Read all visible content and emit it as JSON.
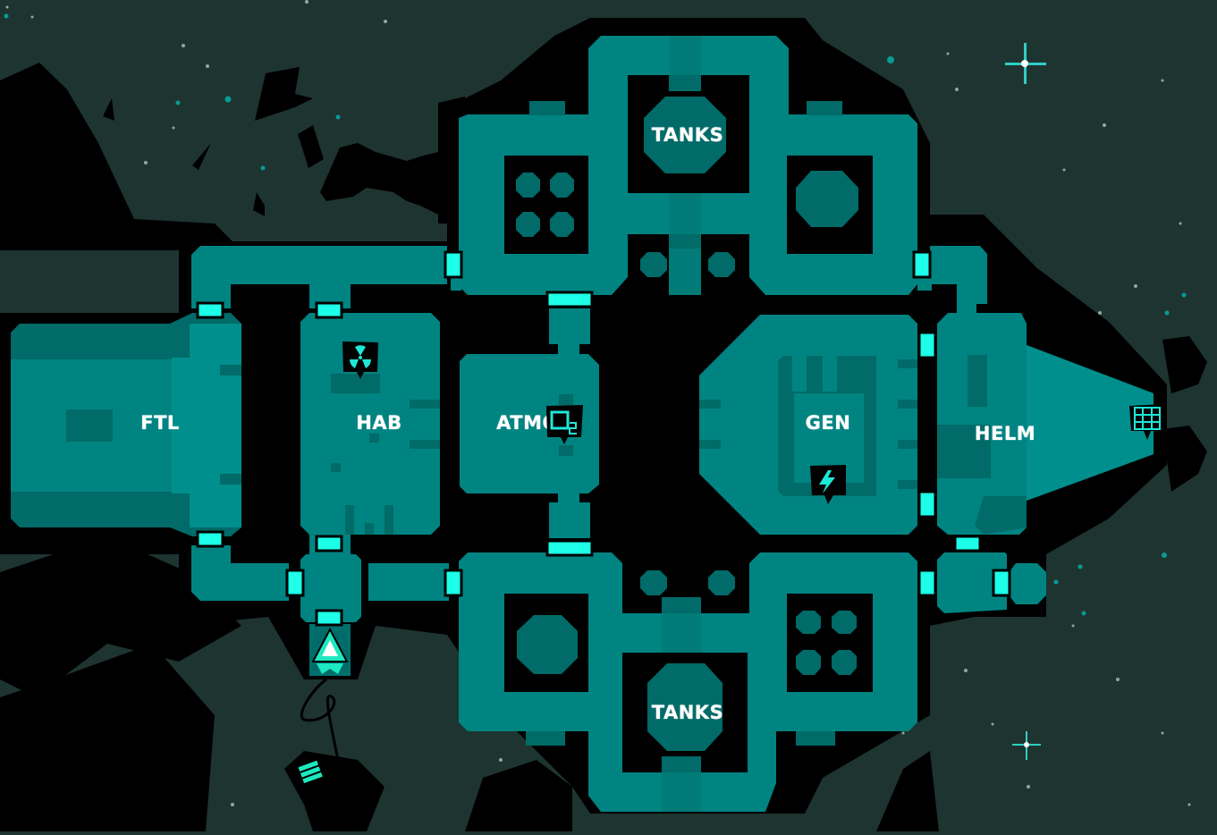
{
  "game": {
    "view": "ship-map",
    "colors": {
      "space": "#1e3430",
      "hull": "#000000",
      "room_floor": "#008482",
      "room_shade": "#006b68",
      "room_light": "#008f8c",
      "door": "#1dffe8",
      "system_icon": "#1de8d8",
      "text": "#ffffff"
    }
  },
  "rooms": [
    {
      "id": "ftl",
      "label": "FTL"
    },
    {
      "id": "hab",
      "label": "HAB",
      "icon": "radiation-icon"
    },
    {
      "id": "atmo",
      "label": "ATMO",
      "icon": "oxygen-o2-icon"
    },
    {
      "id": "tanks_top",
      "label": "TANKS"
    },
    {
      "id": "tanks_bottom",
      "label": "TANKS"
    },
    {
      "id": "gen",
      "label": "GEN",
      "icon": "lightning-icon"
    },
    {
      "id": "helm",
      "label": "HELM",
      "icon": "grid-icon"
    }
  ],
  "crew": [
    {
      "id": "player-ship-marker",
      "icon": "triangle-crew-icon",
      "room": "airlock"
    }
  ],
  "extras": [
    {
      "id": "drifting-pod",
      "icon": "pod-icon"
    }
  ]
}
